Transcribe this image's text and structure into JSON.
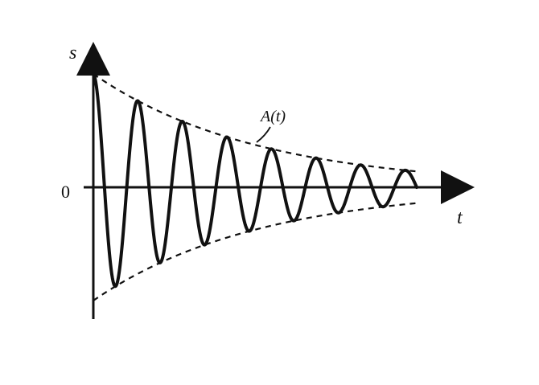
{
  "labels": {
    "y_axis": "s",
    "x_axis": "t",
    "origin": "0",
    "envelope": "A(t)"
  },
  "chart_data": {
    "type": "line",
    "description_visible_only": false,
    "series": [
      {
        "kind": "damped-oscillation",
        "cycles": 7.25,
        "initial_amplitude": 1.0,
        "final_amplitude": 0.14
      },
      {
        "kind": "envelope-upper",
        "label": "A(t)"
      },
      {
        "kind": "envelope-lower"
      }
    ]
  },
  "colors": {
    "ink": "#111111",
    "paper": "#ffffff"
  }
}
